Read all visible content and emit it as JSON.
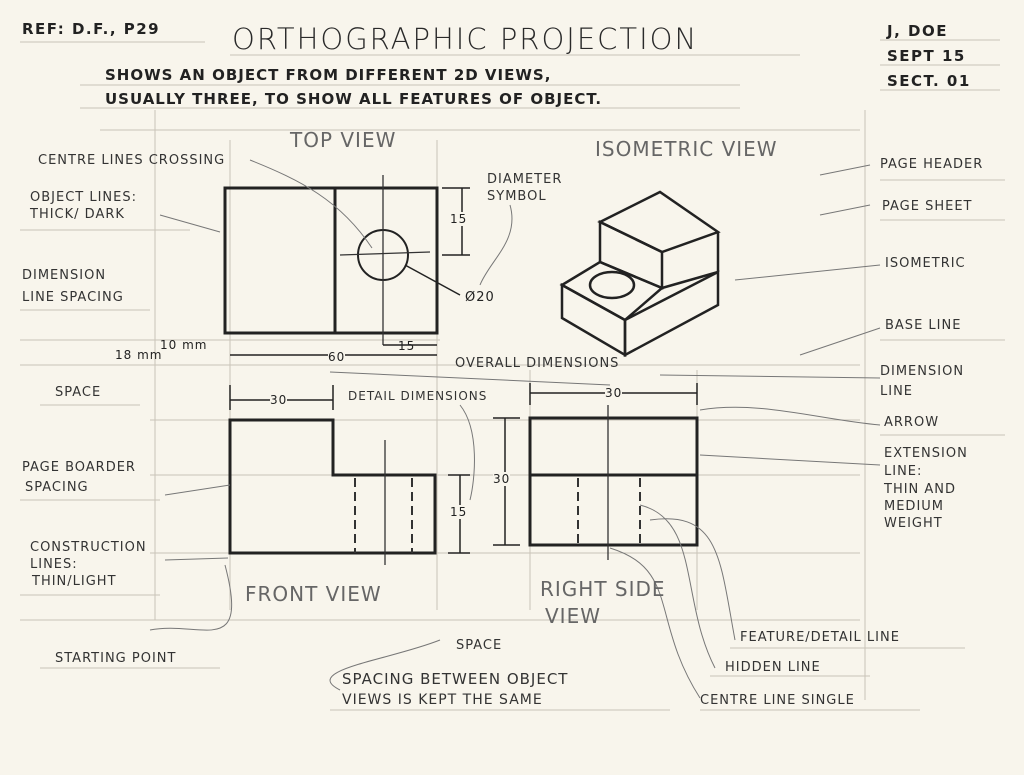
{
  "header": {
    "reference": "REF: D.F., P29",
    "title": "ORTHOGRAPHIC PROJECTION",
    "author": "J, DOE",
    "date": "SEPT 15",
    "section": "SECT. 01",
    "subtitle_line1": "SHOWS AN OBJECT FROM DIFFERENT 2D VIEWS,",
    "subtitle_line2": "USUALLY THREE, TO SHOW ALL FEATURES OF OBJECT."
  },
  "views": {
    "top": "TOP VIEW",
    "isometric": "ISOMETRIC VIEW",
    "front": "FRONT VIEW",
    "right_side_1": "RIGHT SIDE",
    "right_side_2": "VIEW"
  },
  "left_labels": {
    "centre_lines": "CENTRE LINES CROSSING",
    "object_lines_1": "OBJECT LINES:",
    "object_lines_2": "THICK/ DARK",
    "dim_spacing_1": "DIMENSION",
    "dim_spacing_2": "LINE SPACING",
    "space": "SPACE",
    "border_1": "PAGE BOARDER",
    "border_2": "SPACING",
    "construction_1": "CONSTRUCTION",
    "construction_2": "LINES:",
    "construction_3": "THIN/LIGHT",
    "starting_point": "STARTING POINT"
  },
  "right_labels": {
    "page_header": "PAGE HEADER",
    "page_sheet": "PAGE SHEET",
    "isometric": "ISOMETRIC",
    "base_line": "BASE LINE",
    "dimension_1": "DIMENSION",
    "dimension_2": "LINE",
    "arrow": "ARROW",
    "extension_1": "EXTENSION",
    "extension_2": "LINE:",
    "extension_3": "THIN AND",
    "extension_4": "MEDIUM",
    "extension_5": "WEIGHT"
  },
  "center_labels": {
    "diameter_1": "DIAMETER",
    "diameter_2": "SYMBOL",
    "overall": "OVERALL DIMENSIONS",
    "detail": "DETAIL DIMENSIONS",
    "space": "SPACE",
    "spacing_1": "SPACING BETWEEN OBJECT",
    "spacing_2": "VIEWS IS KEPT THE SAME",
    "feature_line": "FEATURE/DETAIL LINE",
    "hidden_line": "HIDDEN LINE",
    "centre_line": "CENTRE LINE SINGLE"
  },
  "dimensions": {
    "spacing_18": "18 mm",
    "spacing_10": "10 mm",
    "top_width": "60",
    "top_detail": "15",
    "top_height": "15",
    "diameter": "Ø20",
    "front_width": "30",
    "right_width": "30",
    "right_height": "30",
    "front_step": "15"
  }
}
